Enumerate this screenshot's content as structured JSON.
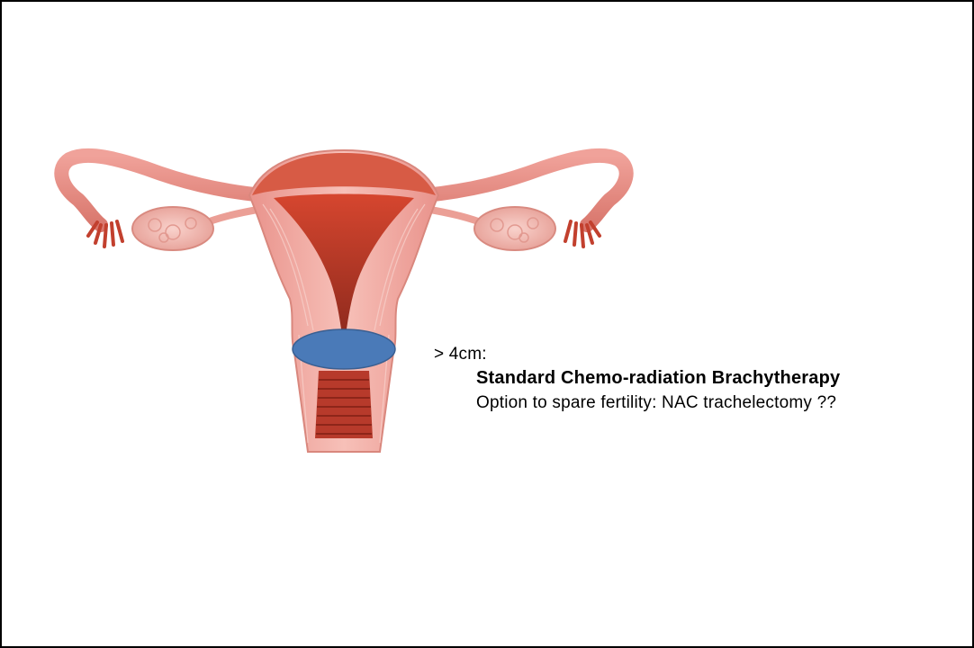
{
  "slide": {
    "size_label": "> 4cm:",
    "treatment_standard": "Standard Chemo-radiation Brachytherapy",
    "treatment_option": "Option to spare fertility: NAC trachelectomy ??"
  },
  "illustration": {
    "subject": "uterus-anatomy-illustration",
    "lesion_marker_color": "#4a7ab8",
    "tissue_color": "#f0a6a0",
    "tissue_dark_color": "#c94a3a"
  }
}
